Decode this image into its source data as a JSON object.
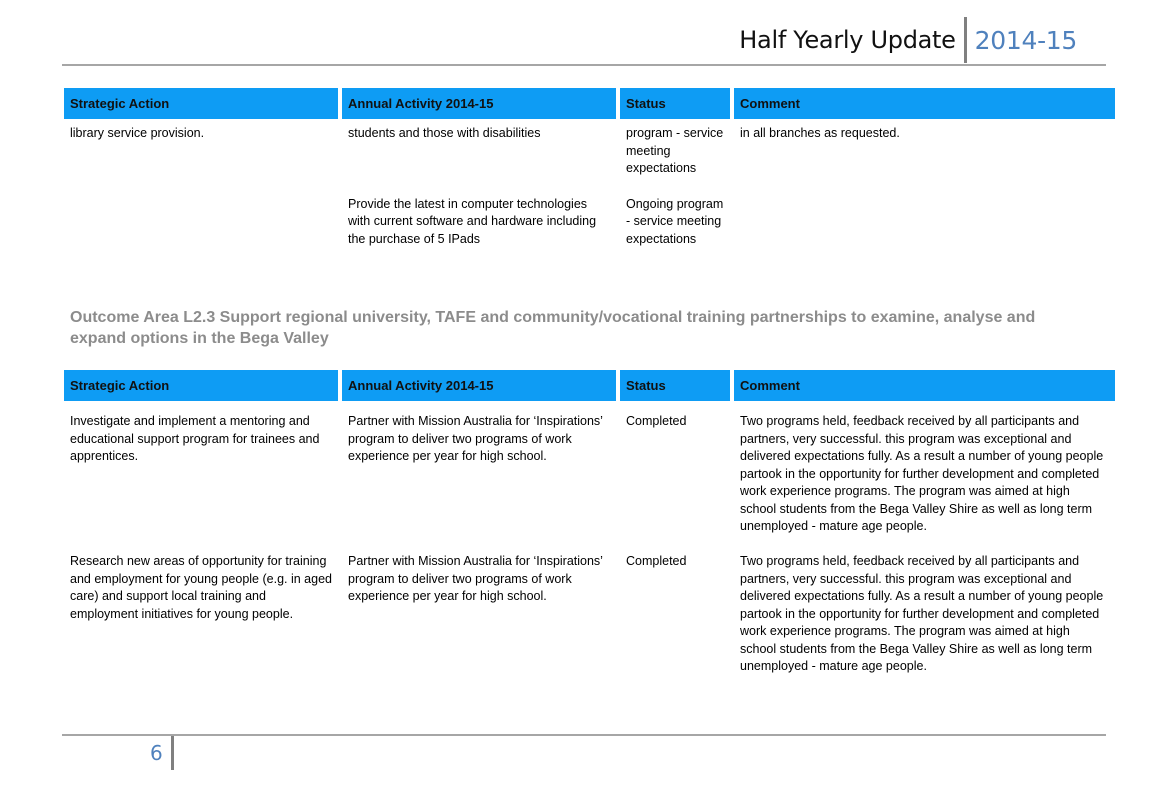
{
  "header": {
    "title": "Half Yearly Update",
    "year": "2014-15"
  },
  "columns": [
    "Strategic Action",
    "Annual Activity 2014-15",
    "Status",
    "Comment"
  ],
  "table1": {
    "rows": [
      {
        "action": "library service provision.",
        "activity": "students and those with disabilities",
        "status": "program - service meeting expectations",
        "comment": "in all branches as requested."
      },
      {
        "action": "",
        "activity": "Provide the latest in computer technologies with current software and hardware including the purchase of 5 IPads",
        "status": "Ongoing program - service meeting expectations",
        "comment": ""
      }
    ]
  },
  "outcome": "Outcome Area L2.3 Support regional university, TAFE and community/vocational training partnerships to examine, analyse and expand options in the Bega Valley",
  "table2": {
    "rows": [
      {
        "action": "Investigate and implement a mentoring and educational support program for trainees and apprentices.",
        "activity": "Partner with Mission Australia for ‘Inspirations’ program to deliver two programs of work experience per year for high school.",
        "status": "Completed",
        "comment": "Two programs held, feedback received by all participants and partners, very successful.  this program was exceptional and delivered expectations fully.  As a result a number of young people partook in the opportunity for further development and completed work experience programs.  The program was aimed at high school students from the Bega Valley Shire as well as long term unemployed - mature age people."
      },
      {
        "action": "Research new areas of opportunity for training and employment for young people (e.g. in aged care) and support local training and employment initiatives for young people.",
        "activity": "Partner with Mission Australia for ‘Inspirations’ program to deliver two programs of work experience per year for high school.",
        "status": "Completed",
        "comment": "Two programs held, feedback received by all participants and partners, very successful.  this program was exceptional and delivered expectations fully.  As a result a number of young people partook in the opportunity for further development and completed work experience programs.  The program was aimed at high school students from the Bega Valley Shire as well as long term unemployed - mature age people."
      }
    ]
  },
  "footer": {
    "page_number": "6"
  }
}
